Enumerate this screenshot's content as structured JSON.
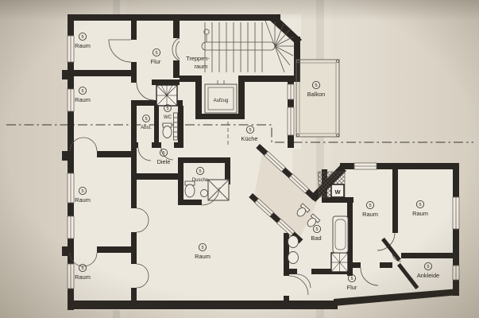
{
  "plan": {
    "unit_number": "5",
    "rooms": [
      {
        "key": "raum-left-1",
        "number": "5",
        "name": "Raum"
      },
      {
        "key": "raum-left-2",
        "number": "5",
        "name": "Raum"
      },
      {
        "key": "raum-left-3",
        "number": "5",
        "name": "Raum"
      },
      {
        "key": "raum-left-4",
        "number": "5",
        "name": "Raum"
      },
      {
        "key": "flur-front",
        "number": "5",
        "name": "Flur"
      },
      {
        "key": "abstellraum",
        "number": "5",
        "name": "Abst."
      },
      {
        "key": "wc",
        "number": "5",
        "name": "WC"
      },
      {
        "key": "balkon",
        "number": "5",
        "name": "Balkon"
      },
      {
        "key": "kueche",
        "number": "5",
        "name": "Küche"
      },
      {
        "key": "diele",
        "number": "5",
        "name": "Diele"
      },
      {
        "key": "dusche",
        "number": "5",
        "name": "Dusche"
      },
      {
        "key": "raum-center",
        "number": "5",
        "name": "Raum"
      },
      {
        "key": "bad",
        "number": "5",
        "name": "Bad"
      },
      {
        "key": "raum-rear-1",
        "number": "5",
        "name": "Raum"
      },
      {
        "key": "raum-rear-2",
        "number": "5",
        "name": "Raum"
      },
      {
        "key": "flur-rear",
        "number": "5",
        "name": "Flur"
      },
      {
        "key": "ankleide",
        "number": "5",
        "name": "Ankleide"
      }
    ],
    "unnumbered_labels": {
      "treppenraum_line1": "Treppen-",
      "treppenraum_line2": "raum",
      "aufzug": "Aufzug",
      "washing_machine": "W"
    },
    "colors": {
      "paper": "#ddd6c9",
      "floor": "#ede8de",
      "wall": "#2b2723",
      "thin_line": "#6e675e"
    }
  }
}
